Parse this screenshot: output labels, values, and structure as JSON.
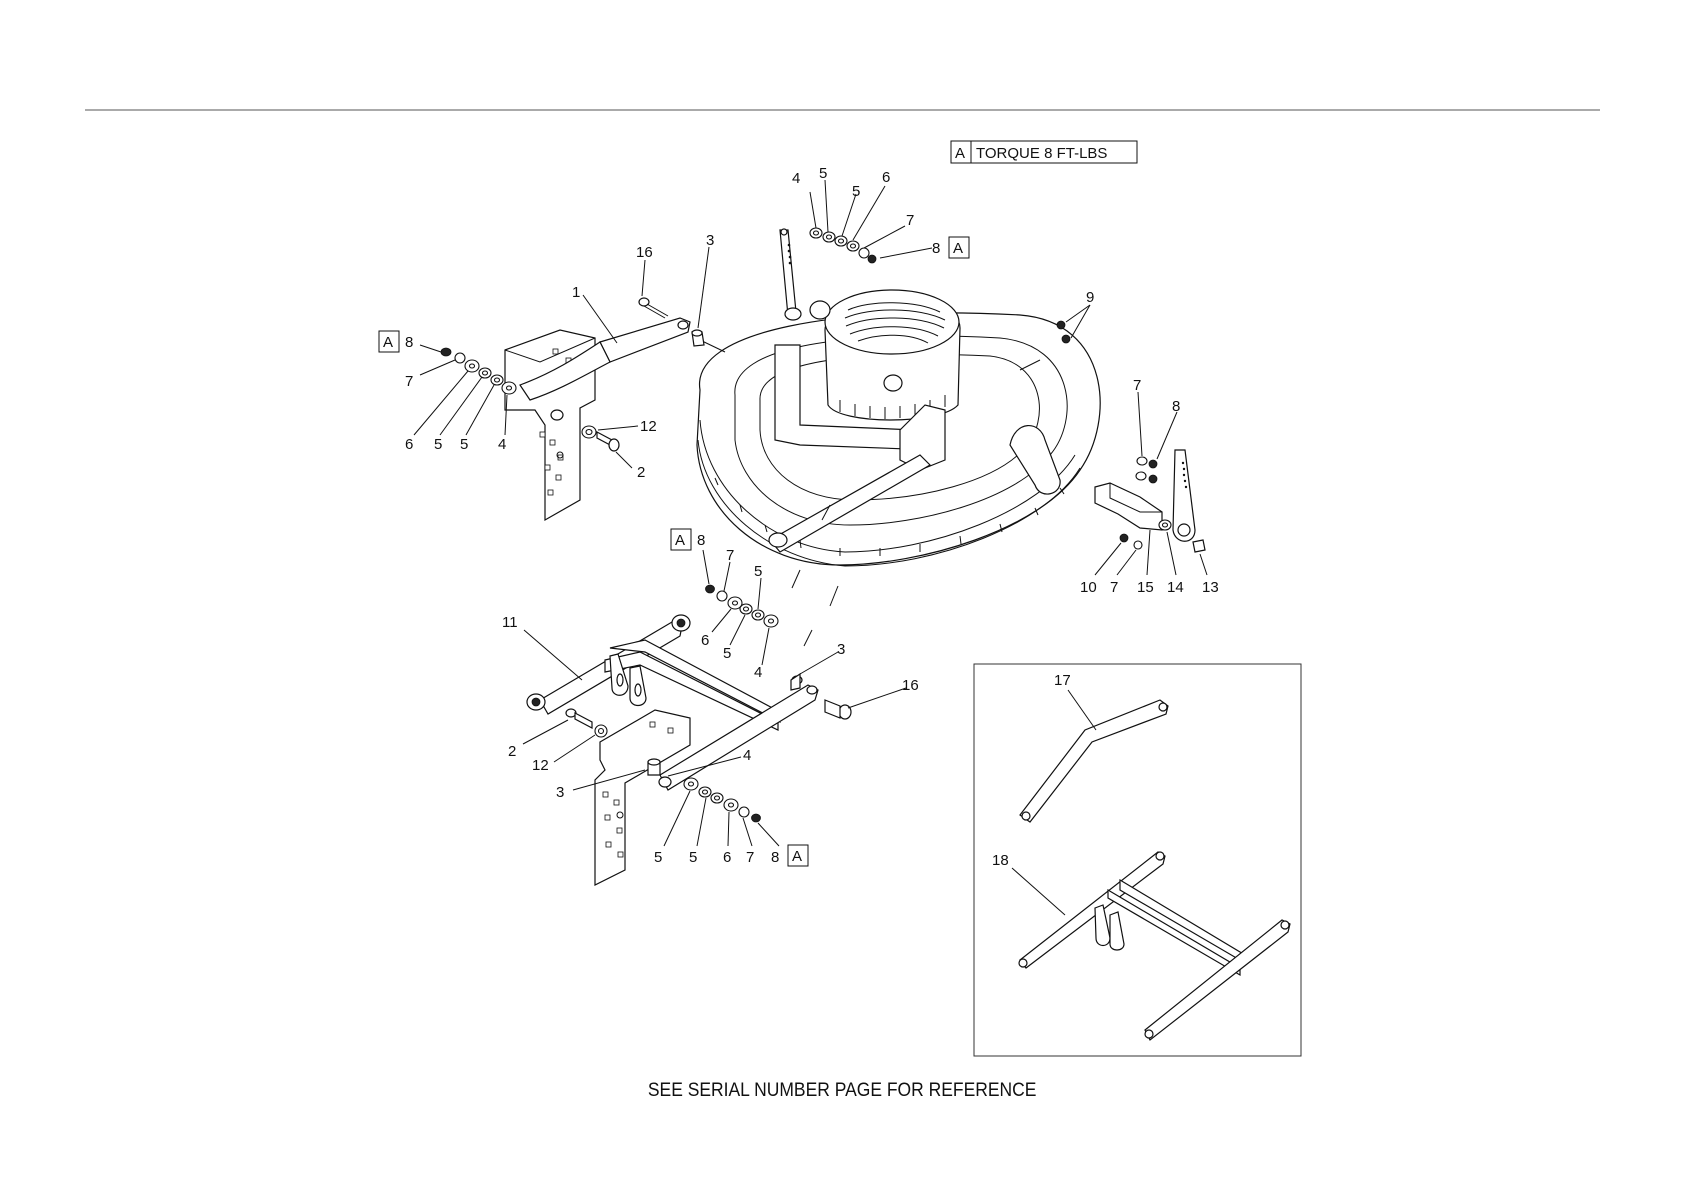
{
  "legend": {
    "key": "A",
    "text": "TORQUE 8 FT-LBS"
  },
  "footer": "SEE SERIAL NUMBER PAGE FOR REFERENCE",
  "callouts": {
    "top_stack": [
      "4",
      "5",
      "5",
      "6",
      "7",
      "8"
    ],
    "top_marker": "A",
    "left_stack": [
      "8",
      "7",
      "6",
      "5",
      "5",
      "4"
    ],
    "left_marker": "A",
    "left_bracket": [
      "16",
      "3",
      "1",
      "12",
      "2"
    ],
    "right_side": [
      "9",
      "7",
      "8",
      "10",
      "7",
      "15",
      "14",
      "13"
    ],
    "mid_stack": [
      "8",
      "7",
      "6",
      "5",
      "5",
      "4"
    ],
    "mid_marker": "A",
    "lower_frame": [
      "11",
      "3",
      "16",
      "2",
      "12",
      "3",
      "4"
    ],
    "bottom_stack": [
      "5",
      "5",
      "6",
      "7",
      "8"
    ],
    "bottom_marker": "A",
    "inset": [
      "17",
      "18"
    ]
  }
}
